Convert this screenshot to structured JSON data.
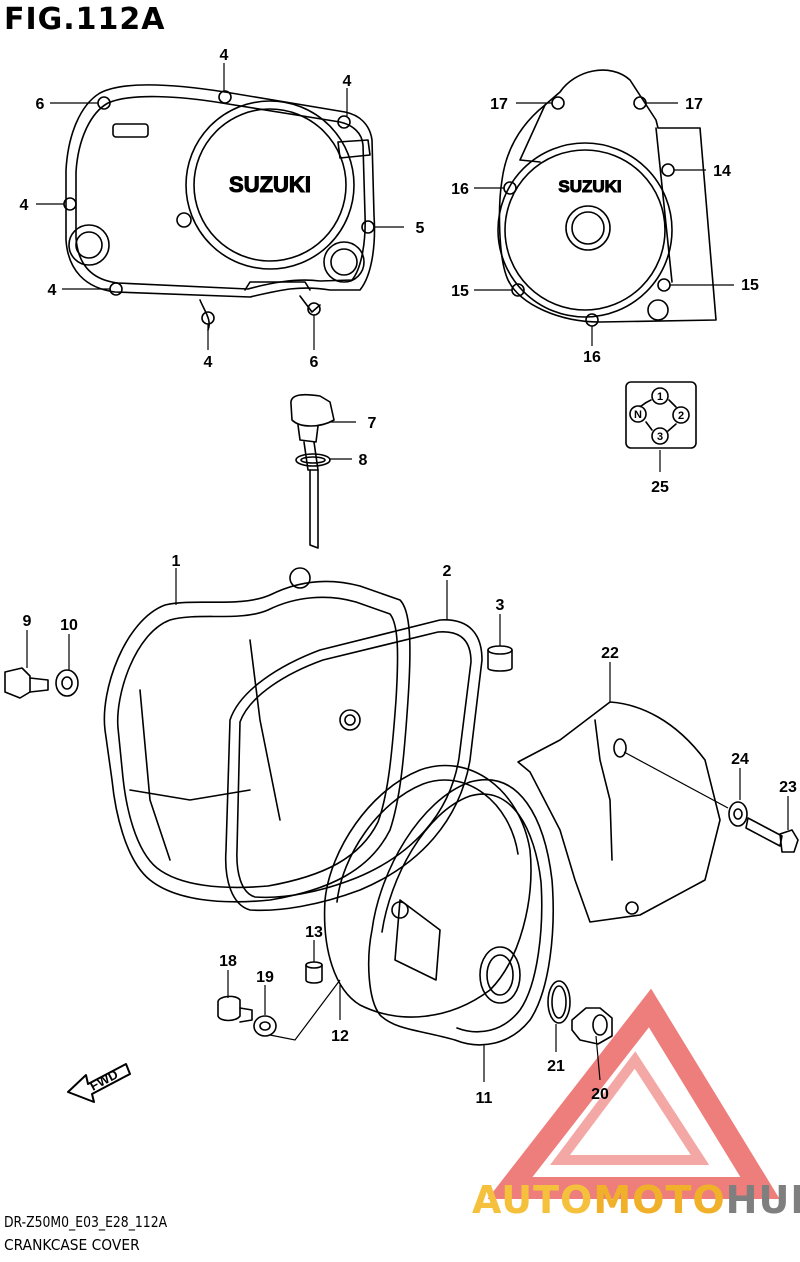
{
  "figure": {
    "title": "FIG.112A",
    "code": "DR-Z50M0_E03_E28_112A",
    "name": "CRANKCASE COVER"
  },
  "covers": {
    "clutch_cover_brand": "SUZUKI",
    "magneto_cover_brand": "SUZUKI"
  },
  "callouts": [
    {
      "id": "c-4a",
      "label": "4"
    },
    {
      "id": "c-4b",
      "label": "4"
    },
    {
      "id": "c-6a",
      "label": "6"
    },
    {
      "id": "c-4c",
      "label": "4"
    },
    {
      "id": "c-5",
      "label": "5"
    },
    {
      "id": "c-4d",
      "label": "4"
    },
    {
      "id": "c-4e",
      "label": "4"
    },
    {
      "id": "c-6b",
      "label": "6"
    },
    {
      "id": "c-17a",
      "label": "17"
    },
    {
      "id": "c-17b",
      "label": "17"
    },
    {
      "id": "c-14",
      "label": "14"
    },
    {
      "id": "c-16a",
      "label": "16"
    },
    {
      "id": "c-15a",
      "label": "15"
    },
    {
      "id": "c-15b",
      "label": "15"
    },
    {
      "id": "c-16b",
      "label": "16"
    },
    {
      "id": "c-7",
      "label": "7"
    },
    {
      "id": "c-8",
      "label": "8"
    },
    {
      "id": "c-25",
      "label": "25"
    },
    {
      "id": "c-1",
      "label": "1"
    },
    {
      "id": "c-2",
      "label": "2"
    },
    {
      "id": "c-3",
      "label": "3"
    },
    {
      "id": "c-9",
      "label": "9"
    },
    {
      "id": "c-10",
      "label": "10"
    },
    {
      "id": "c-22",
      "label": "22"
    },
    {
      "id": "c-24",
      "label": "24"
    },
    {
      "id": "c-23",
      "label": "23"
    },
    {
      "id": "c-13",
      "label": "13"
    },
    {
      "id": "c-18",
      "label": "18"
    },
    {
      "id": "c-19",
      "label": "19"
    },
    {
      "id": "c-12",
      "label": "12"
    },
    {
      "id": "c-21",
      "label": "21"
    },
    {
      "id": "c-20",
      "label": "20"
    },
    {
      "id": "c-11",
      "label": "11"
    }
  ],
  "gear_indicator": {
    "pos1": "1",
    "pos2": "2",
    "pos3": "3",
    "neutral": "N"
  },
  "fwd_arrow": "FWD",
  "watermark": {
    "part1": "AUTO",
    "part2": "MOTO",
    "part3": "HUB"
  },
  "colors": {
    "line": "#000000",
    "logo_red": "#e8534f",
    "logo_yellow": "#f5c13c",
    "logo_gray": "#7f7f7f"
  }
}
